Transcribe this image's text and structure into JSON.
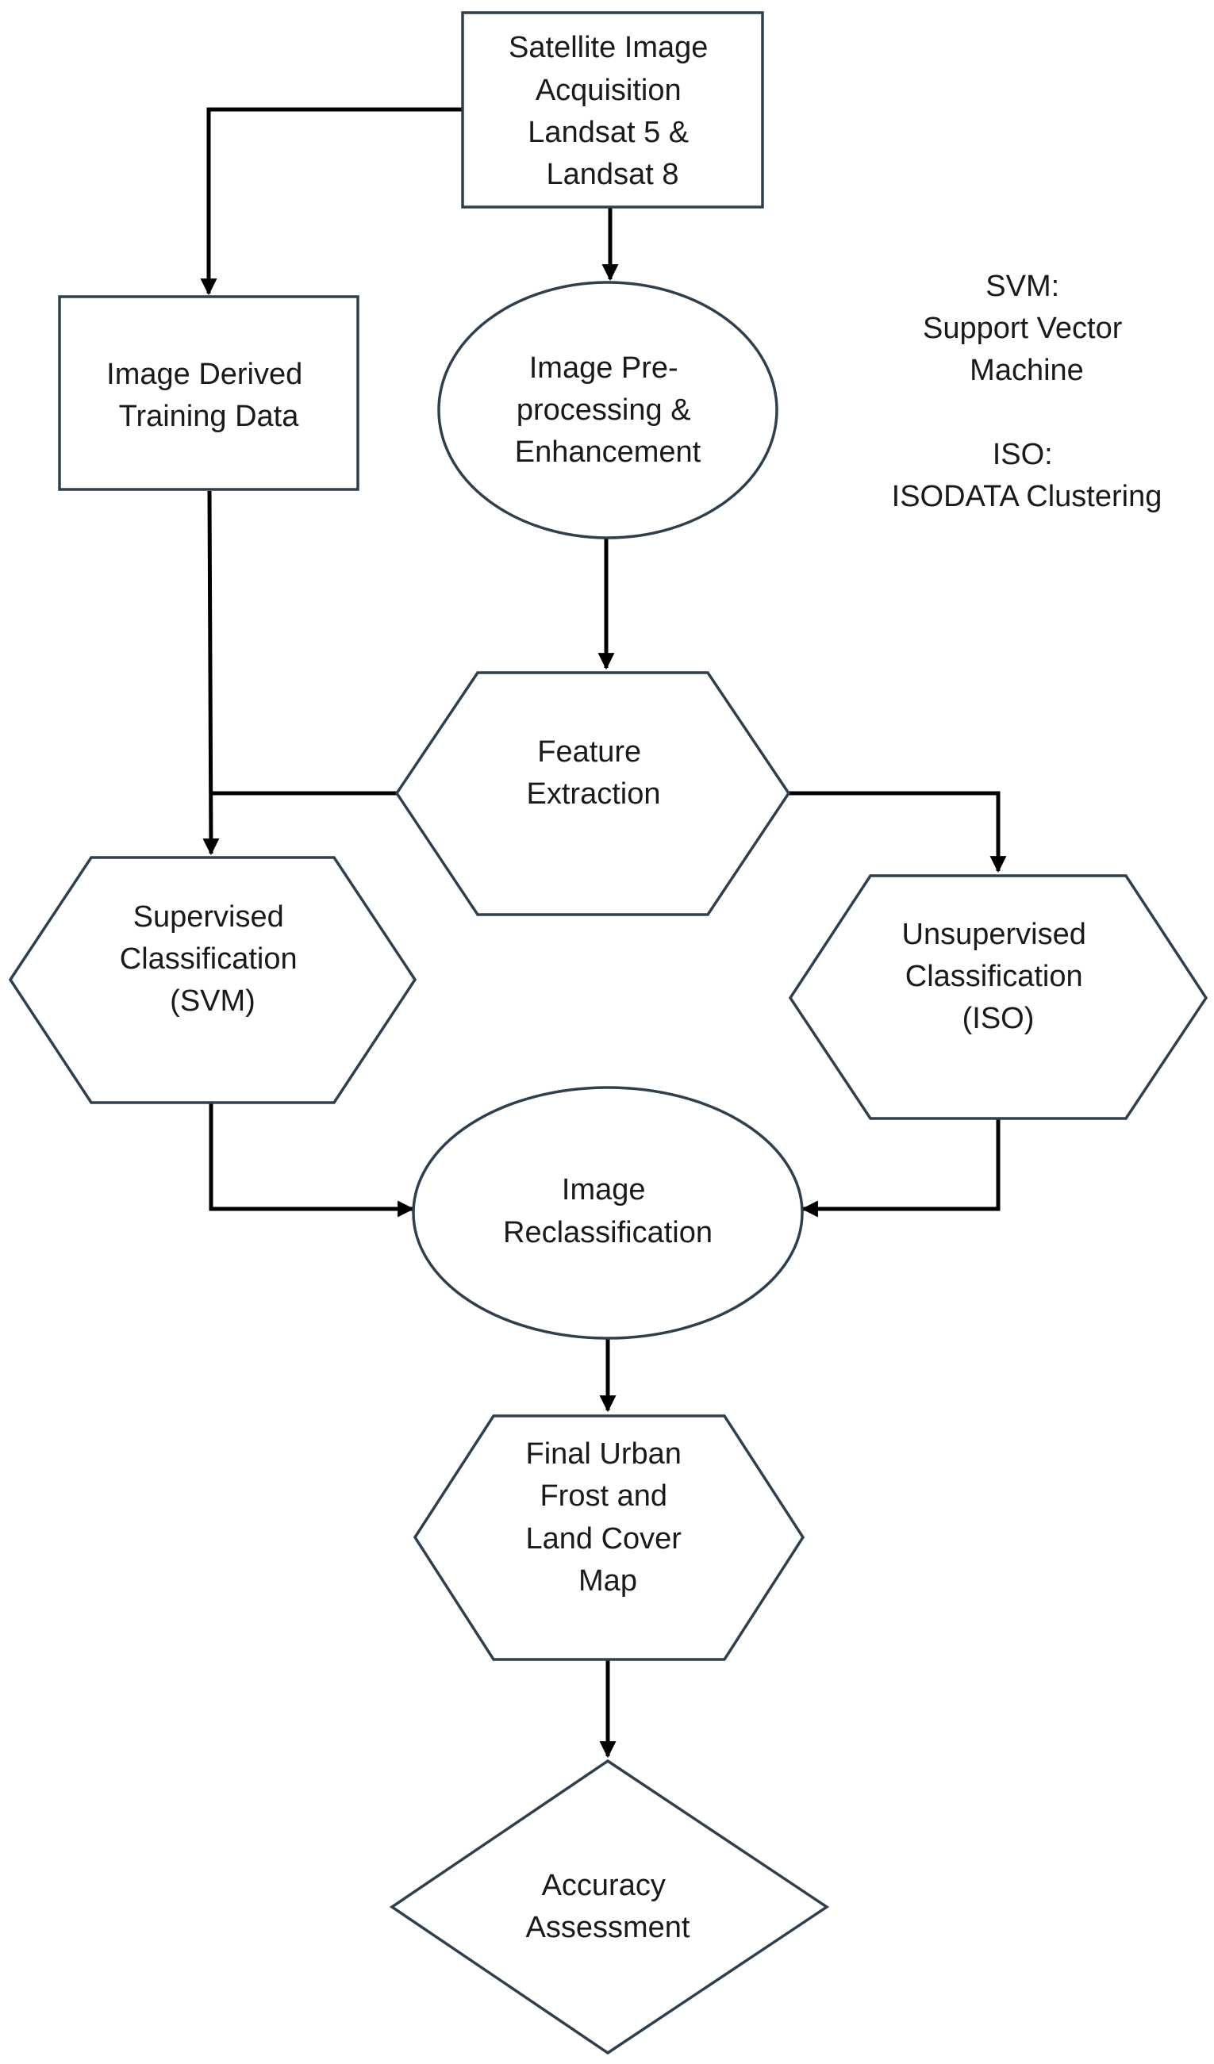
{
  "colors": {
    "background": "#ffffff",
    "node_stroke": "#2e3f4f",
    "edge": "#000000",
    "text": "#1a1a1a"
  },
  "nodes": {
    "acquisition": {
      "shape": "rectangle",
      "lines": [
        "Satellite Image",
        "Acquisition",
        "Landsat 5 &",
        "Landsat 8"
      ]
    },
    "training": {
      "shape": "rectangle",
      "lines": [
        "Image Derived",
        "Training Data"
      ]
    },
    "preprocessing": {
      "shape": "ellipse",
      "lines": [
        "Image Pre-",
        "processing &",
        "Enhancement"
      ]
    },
    "feature": {
      "shape": "hexagon",
      "lines": [
        "Feature",
        "Extraction"
      ]
    },
    "supervised": {
      "shape": "hexagon",
      "lines": [
        "Supervised",
        "Classification",
        "(SVM)"
      ]
    },
    "unsupervised": {
      "shape": "hexagon",
      "lines": [
        "Unsupervised",
        "Classification",
        "(ISO)"
      ]
    },
    "reclassification": {
      "shape": "ellipse",
      "lines": [
        "Image",
        "Reclassification"
      ]
    },
    "final_map": {
      "shape": "hexagon",
      "lines": [
        "Final Urban",
        "Frost and",
        "Land Cover",
        "Map"
      ]
    },
    "accuracy": {
      "shape": "diamond",
      "lines": [
        "Accuracy",
        "Assessment"
      ]
    }
  },
  "legend": {
    "svm": [
      "SVM:",
      "Support Vector",
      "Machine"
    ],
    "iso": [
      "ISO:",
      "ISODATA Clustering"
    ]
  },
  "edges": [
    {
      "from": "acquisition",
      "to": "training"
    },
    {
      "from": "acquisition",
      "to": "preprocessing"
    },
    {
      "from": "preprocessing",
      "to": "feature"
    },
    {
      "from": "training",
      "to": "supervised"
    },
    {
      "from": "feature",
      "to": "supervised"
    },
    {
      "from": "feature",
      "to": "unsupervised"
    },
    {
      "from": "supervised",
      "to": "reclassification"
    },
    {
      "from": "unsupervised",
      "to": "reclassification"
    },
    {
      "from": "reclassification",
      "to": "final_map"
    },
    {
      "from": "final_map",
      "to": "accuracy"
    }
  ]
}
